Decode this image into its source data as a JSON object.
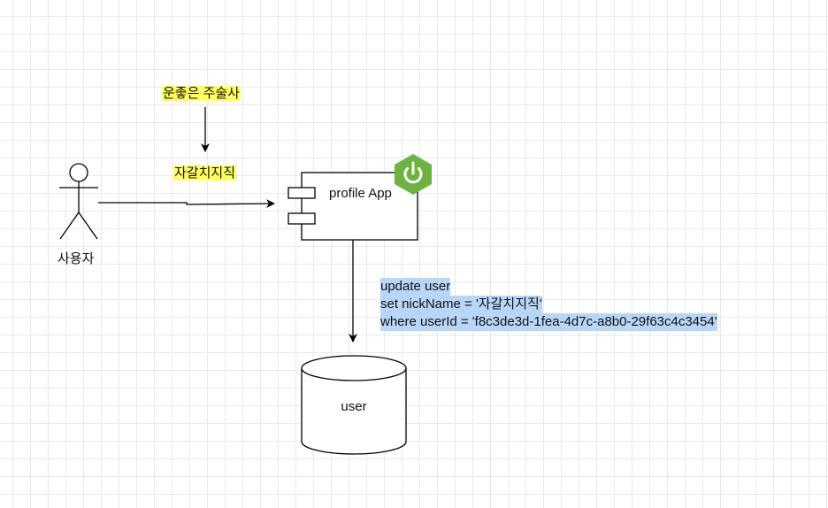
{
  "labels": {
    "top_note": "운좋은 주술사",
    "middle_note": "자갈치지직",
    "actor": "사용자",
    "component": "profile App",
    "database": "user"
  },
  "sql": {
    "line1": "update user",
    "line2": "set nickName = '자갈치지직'",
    "line3": "where userId = 'f8c3de3d-1fea-4d7c-a8b0-29f63c4c3454'"
  },
  "icons": {
    "spring": "spring-power-icon",
    "spring_color": "#6db33f"
  }
}
